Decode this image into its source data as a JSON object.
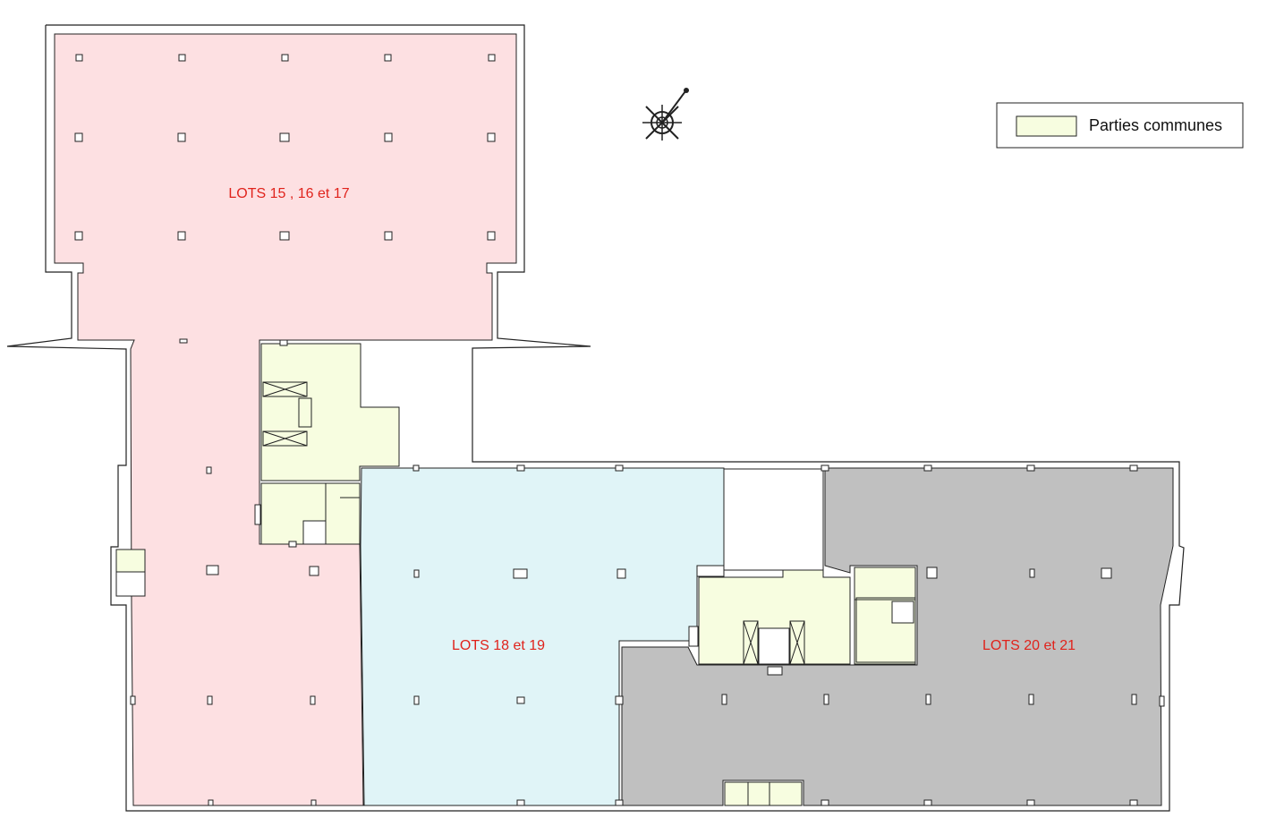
{
  "legend": {
    "label": "Parties communes",
    "swatch_color": "#f7fde0"
  },
  "lots": [
    {
      "id": "lots-15-16-17",
      "label": "LOTS 15 , 16 et 17",
      "color": "#fde0e2"
    },
    {
      "id": "lots-18-19",
      "label": "LOTS 18 et 19",
      "color": "#e0f4f7"
    },
    {
      "id": "lots-20-21",
      "label": "LOTS 20 et 21",
      "color": "#c0c0c0"
    }
  ],
  "colors": {
    "label_text": "#e0231c",
    "wall": "#222222",
    "common": "#f7fde0"
  },
  "icons": {
    "north_arrow": "compass-rose-icon"
  }
}
